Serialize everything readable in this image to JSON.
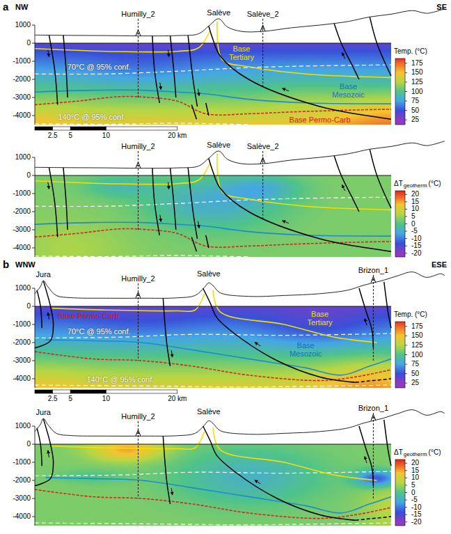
{
  "diagram": {
    "labels": [
      "a",
      "NW",
      "SE",
      "Humilly_2",
      "Salève",
      "Salève_2",
      "1000",
      "0",
      "-1000",
      "-2000",
      "-3000",
      "-4000",
      "Base Tertiary",
      "70°C @ 95% conf.",
      "Base Mesozoic",
      "Base Permo-Carb",
      "140°C @ 95% conf.",
      "2.5",
      "5",
      "10",
      "20 km",
      "Temp. (°C)",
      "175",
      "150",
      "125",
      "100",
      "75",
      "50",
      "25",
      "Humilly_2",
      "Salève",
      "Salève_2",
      "1000",
      "0",
      "-1000",
      "-2000",
      "-3000",
      "-4000",
      "ΔT",
      "geotherm",
      "(°C)",
      "20",
      "15",
      "10",
      "5",
      "0",
      "-5",
      "-10",
      "-15",
      "-20",
      "b",
      "WNW",
      "ESE",
      "Jura",
      "Humilly_2",
      "Salève",
      "Brizon_1",
      "1000",
      "0",
      "-1000",
      "-2000",
      "-3000",
      "-4000",
      "Base Tertiary",
      "70°C @ 95% conf.",
      "Base Mesozoic",
      "Base Permo-Carb",
      "140°C @ 95% conf.",
      "2.5",
      "5",
      "10",
      "20 km",
      "Temp. (°C)",
      "175",
      "150",
      "125",
      "100",
      "75",
      "50",
      "25",
      "Jura",
      "Humilly_2",
      "Salève",
      "Brizon_1",
      "1000",
      "0",
      "-1000",
      "-2000",
      "-3000",
      "-4000",
      "ΔT",
      "geotherm",
      "(°C)",
      "20",
      "15",
      "10",
      "5",
      "0",
      "-5",
      "-10",
      "-15",
      "-20"
    ]
  }
}
